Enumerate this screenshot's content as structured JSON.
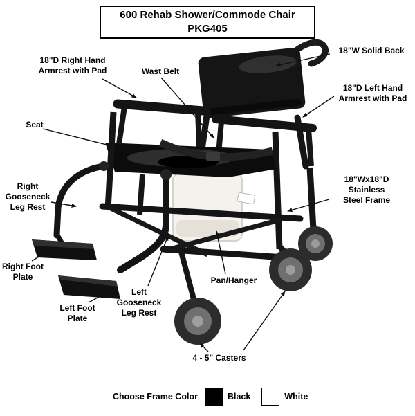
{
  "title": {
    "line1": "600 Rehab Shower/Commode Chair",
    "line2": "PKG405"
  },
  "labels": {
    "right_armrest": "18\"D Right Hand\nArmrest with Pad",
    "waist_belt": "Wast Belt",
    "solid_back": "18\"W Solid Back",
    "left_armrest": "18\"D Left Hand\nArmrest with Pad",
    "seat": "Seat",
    "right_gooseneck": "Right\nGooseneck\nLeg Rest",
    "frame": "18\"Wx18\"D\nStainless\nSteel Frame",
    "right_foot_plate": "Right Foot\nPlate",
    "left_foot_plate": "Left Foot\nPlate",
    "left_gooseneck": "Left\nGooseneck\nLeg Rest",
    "pan_hanger": "Pan/Hanger",
    "casters": "4 - 5\" Casters"
  },
  "color_chooser": {
    "label": "Choose Frame Color",
    "options": [
      {
        "name": "Black",
        "hex": "#000000"
      },
      {
        "name": "White",
        "hex": "#ffffff"
      }
    ]
  },
  "chair_colors": {
    "frame": "#1a1a1a",
    "pan": "#f4f2ed",
    "arrow": "#111111"
  }
}
